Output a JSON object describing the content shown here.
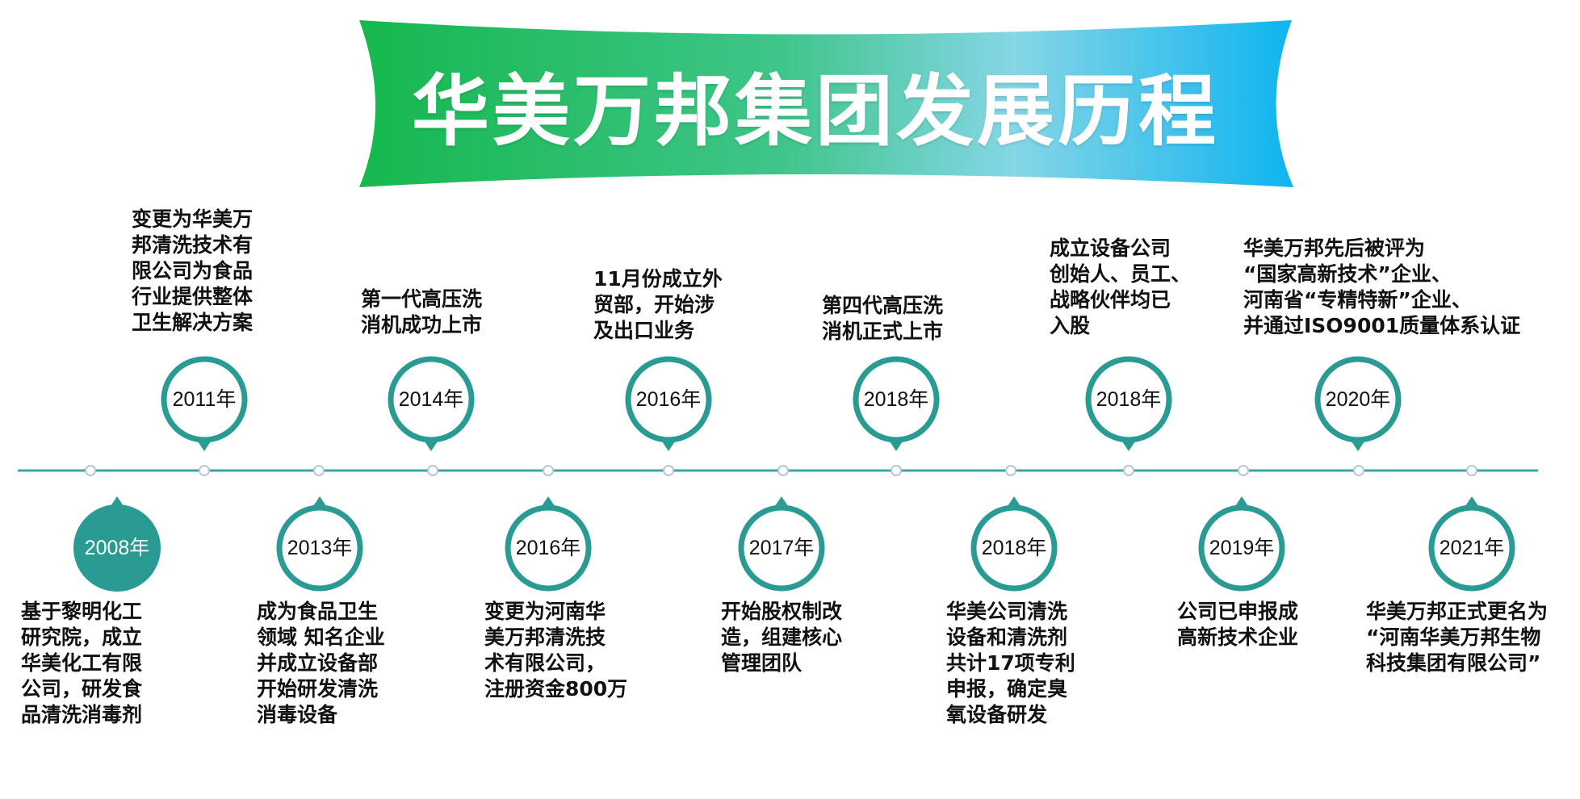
{
  "title": "华美万邦集团发展历程",
  "colors": {
    "banner_green": "#16b84e",
    "banner_blue": "#0fb4f0",
    "teal": "#2a9b93",
    "timeline": "#3da59e"
  },
  "events": [
    {
      "year": "2008年",
      "text": "基于黎明化工\n研究院，成立\n华美化工有限\n公司，研发食\n品清洗消毒剂"
    },
    {
      "year": "2011年",
      "text": "变更为华美万\n邦清洗技术有\n限公司为食品\n行业提供整体\n卫生解决方案"
    },
    {
      "year": "2013年",
      "text": "成为食品卫生\n领域 知名企业\n并成立设备部\n开始研发清洗\n消毒设备"
    },
    {
      "year": "2014年",
      "text": "第一代高压洗\n消机成功上市"
    },
    {
      "year": "2016年",
      "text": "变更为河南华\n美万邦清洗技\n术有限公司，\n注册资金800万"
    },
    {
      "year": "2016年",
      "text": "11月份成立外\n贸部，开始涉\n及出口业务"
    },
    {
      "year": "2017年",
      "text": "开始股权制改\n造，组建核心\n管理团队"
    },
    {
      "year": "2018年",
      "text": "第四代高压洗\n消机正式上市"
    },
    {
      "year": "2018年",
      "text": "华美公司清洗\n设备和清洗剂\n共计17项专利\n申报，确定臭\n氧设备研发"
    },
    {
      "year": "2018年",
      "text": "成立设备公司\n创始人、员工、\n战略伙伴均已\n入股"
    },
    {
      "year": "2019年",
      "text": "公司已申报成\n高新技术企业"
    },
    {
      "year": "2020年",
      "text": "华美万邦先后被评为\n“国家高新技术”企业、\n河南省“专精特新”企业、\n并通过ISO9001质量体系认证"
    },
    {
      "year": "2021年",
      "text": "华美万邦正式更名为\n“河南华美万邦生物\n科技集团有限公司”"
    }
  ]
}
